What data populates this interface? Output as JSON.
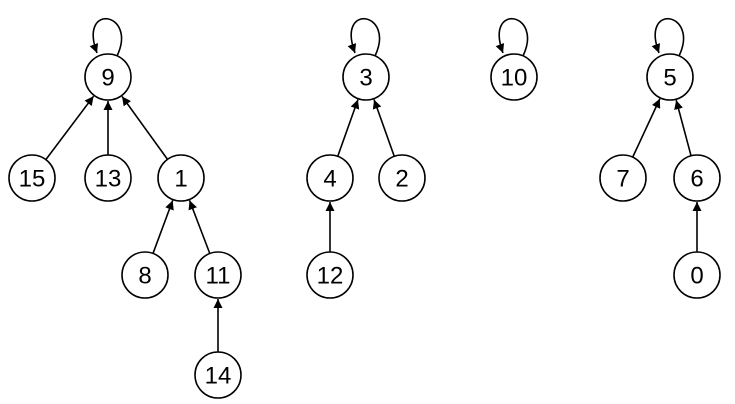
{
  "title": "Union-find forest",
  "nodes": [
    "9",
    "15",
    "13",
    "1",
    "8",
    "11",
    "14",
    "3",
    "4",
    "2",
    "12",
    "10",
    "5",
    "7",
    "6",
    "0"
  ],
  "edges": [
    {
      "from": "9",
      "to": "9"
    },
    {
      "from": "15",
      "to": "9"
    },
    {
      "from": "13",
      "to": "9"
    },
    {
      "from": "1",
      "to": "9"
    },
    {
      "from": "8",
      "to": "1"
    },
    {
      "from": "11",
      "to": "1"
    },
    {
      "from": "14",
      "to": "11"
    },
    {
      "from": "3",
      "to": "3"
    },
    {
      "from": "4",
      "to": "3"
    },
    {
      "from": "2",
      "to": "3"
    },
    {
      "from": "12",
      "to": "4"
    },
    {
      "from": "10",
      "to": "10"
    },
    {
      "from": "5",
      "to": "5"
    },
    {
      "from": "7",
      "to": "5"
    },
    {
      "from": "6",
      "to": "5"
    },
    {
      "from": "0",
      "to": "6"
    }
  ]
}
